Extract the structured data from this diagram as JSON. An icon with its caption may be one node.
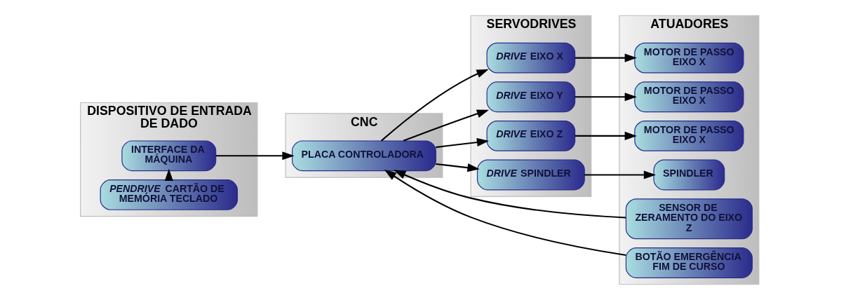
{
  "diagram": {
    "nodes": [
      {
        "text": [
          "DISPOSITIVO DE ENTRADA DE DADO"
        ]
      },
      {
        "text": [
          "*PENDRIVE* CARTÃO DE MEMÓRIA TECLADO"
        ],
        "in": 0
      },
      {
        "text": [
          "INTERFACE DA MÁQUINA"
        ],
        "in": 0
      },
      {
        "text": [
          "CNC"
        ]
      },
      {
        "text": [
          "PLACA CONTROLADORA"
        ],
        "in": 3
      },
      {
        "text": [
          "SERVODRIVES"
        ]
      },
      {
        "text": [
          "*DRIVE* EIXO X"
        ],
        "in": 5
      },
      {
        "text": [
          "*DRIVE* EIXO Y"
        ],
        "in": 5
      },
      {
        "text": [
          "*DRIVE* EIXO Z"
        ],
        "in": 5
      },
      {
        "text": [
          "*DRIVE* SPINDLER"
        ],
        "in": 5
      },
      {
        "text": [
          "ATUADORES"
        ]
      },
      {
        "text": [
          "SENSOR DE ZERAMENTO DO EIXO Z"
        ],
        "in": 10
      },
      {
        "text": [
          "MOTOR DE PASSO EIXO X"
        ],
        "in": 10
      },
      {
        "text": [
          "MOTOR DE PASSO EIXO X"
        ],
        "in": 10
      },
      {
        "text": [
          "MOTOR DE PASSO EIXO X"
        ],
        "in": 10
      },
      {
        "text": [
          "SPINDLER"
        ],
        "in": 10
      },
      {
        "text": [
          "BOTÃO EMERGÊNCIA FIM DE CURSO"
        ],
        "in": 10
      }
    ],
    "edges": [
      {
        "from": 1,
        "to": 2,
        "arrow": "to"
      },
      {
        "from": 2,
        "to": 4,
        "arrow": "to"
      },
      {
        "from": 4,
        "to": 6,
        "arrow": "to"
      },
      {
        "from": 4,
        "to": 7,
        "arrow": "to"
      },
      {
        "from": 4,
        "to": 8,
        "arrow": "to"
      },
      {
        "from": 4,
        "to": 9,
        "arrow": "to"
      },
      {
        "from": 6,
        "to": 12,
        "arrow": "to"
      },
      {
        "from": 7,
        "to": 13,
        "arrow": "to"
      },
      {
        "from": 8,
        "to": 14,
        "arrow": "to"
      },
      {
        "from": 9,
        "to": 15,
        "arrow": "to"
      },
      {
        "from": 11,
        "to": 4,
        "arrow": "to"
      },
      {
        "from": 16,
        "to": 4,
        "arrow": "to"
      }
    ]
  }
}
